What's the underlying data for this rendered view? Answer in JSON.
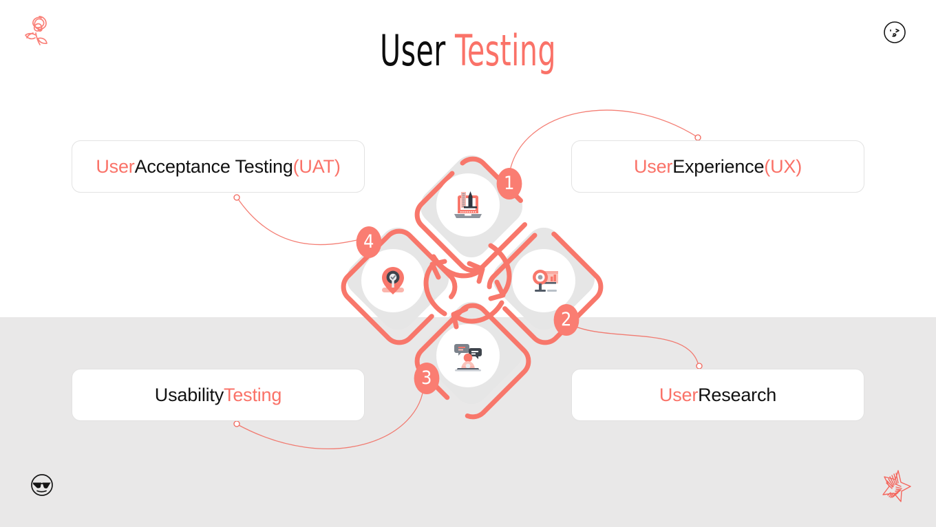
{
  "slide": {
    "title": {
      "word1": "User",
      "word2": "Testing"
    },
    "colors": {
      "accent": "#fa7268",
      "accent_badge": "#fa7d72",
      "dark_text": "#111111",
      "panel_bg_top": "#ffffff",
      "panel_bg_bottom": "#e9e8e8",
      "diamond_fill": "#e6e6e6",
      "card_border": "#e2e2e2"
    }
  },
  "decorations": [
    {
      "name": "rose-doodle",
      "position": "top-left",
      "color": "#fa8078"
    },
    {
      "name": "kissing-face-doodle",
      "position": "top-right",
      "color": "#111111"
    },
    {
      "name": "sunglasses-face-doodle",
      "position": "bottom-left",
      "color": "#111111"
    },
    {
      "name": "star-doodle",
      "position": "bottom-right",
      "color": "#f4655c"
    }
  ],
  "cards": [
    {
      "id": "uat",
      "number": "4",
      "parts": [
        {
          "text": "User ",
          "color": "red"
        },
        {
          "text": "Acceptance Testing ",
          "color": "dark"
        },
        {
          "text": "(UAT)",
          "color": "red"
        }
      ]
    },
    {
      "id": "ux",
      "number": "1",
      "parts": [
        {
          "text": "User ",
          "color": "red"
        },
        {
          "text": "Experience ",
          "color": "dark"
        },
        {
          "text": "(UX)",
          "color": "red"
        }
      ]
    },
    {
      "id": "usability",
      "number": "3",
      "parts": [
        {
          "text": "Usability ",
          "color": "dark"
        },
        {
          "text": "Testing",
          "color": "red"
        }
      ]
    },
    {
      "id": "research",
      "number": "2",
      "parts": [
        {
          "text": "User ",
          "color": "red"
        },
        {
          "text": "Research",
          "color": "dark"
        }
      ]
    }
  ],
  "nodes": [
    {
      "number": "1",
      "icon": "laptop-design-icon",
      "position": "top",
      "links_to": "ux"
    },
    {
      "number": "2",
      "icon": "magnifier-chart-icon",
      "position": "right",
      "links_to": "research"
    },
    {
      "number": "3",
      "icon": "person-chat-icon",
      "position": "bottom",
      "links_to": "usability"
    },
    {
      "number": "4",
      "icon": "map-pin-check-icon",
      "position": "left",
      "links_to": "uat"
    }
  ],
  "center_arrows": {
    "count": 4,
    "direction": "clockwise",
    "description": "cyclical process arrows"
  }
}
